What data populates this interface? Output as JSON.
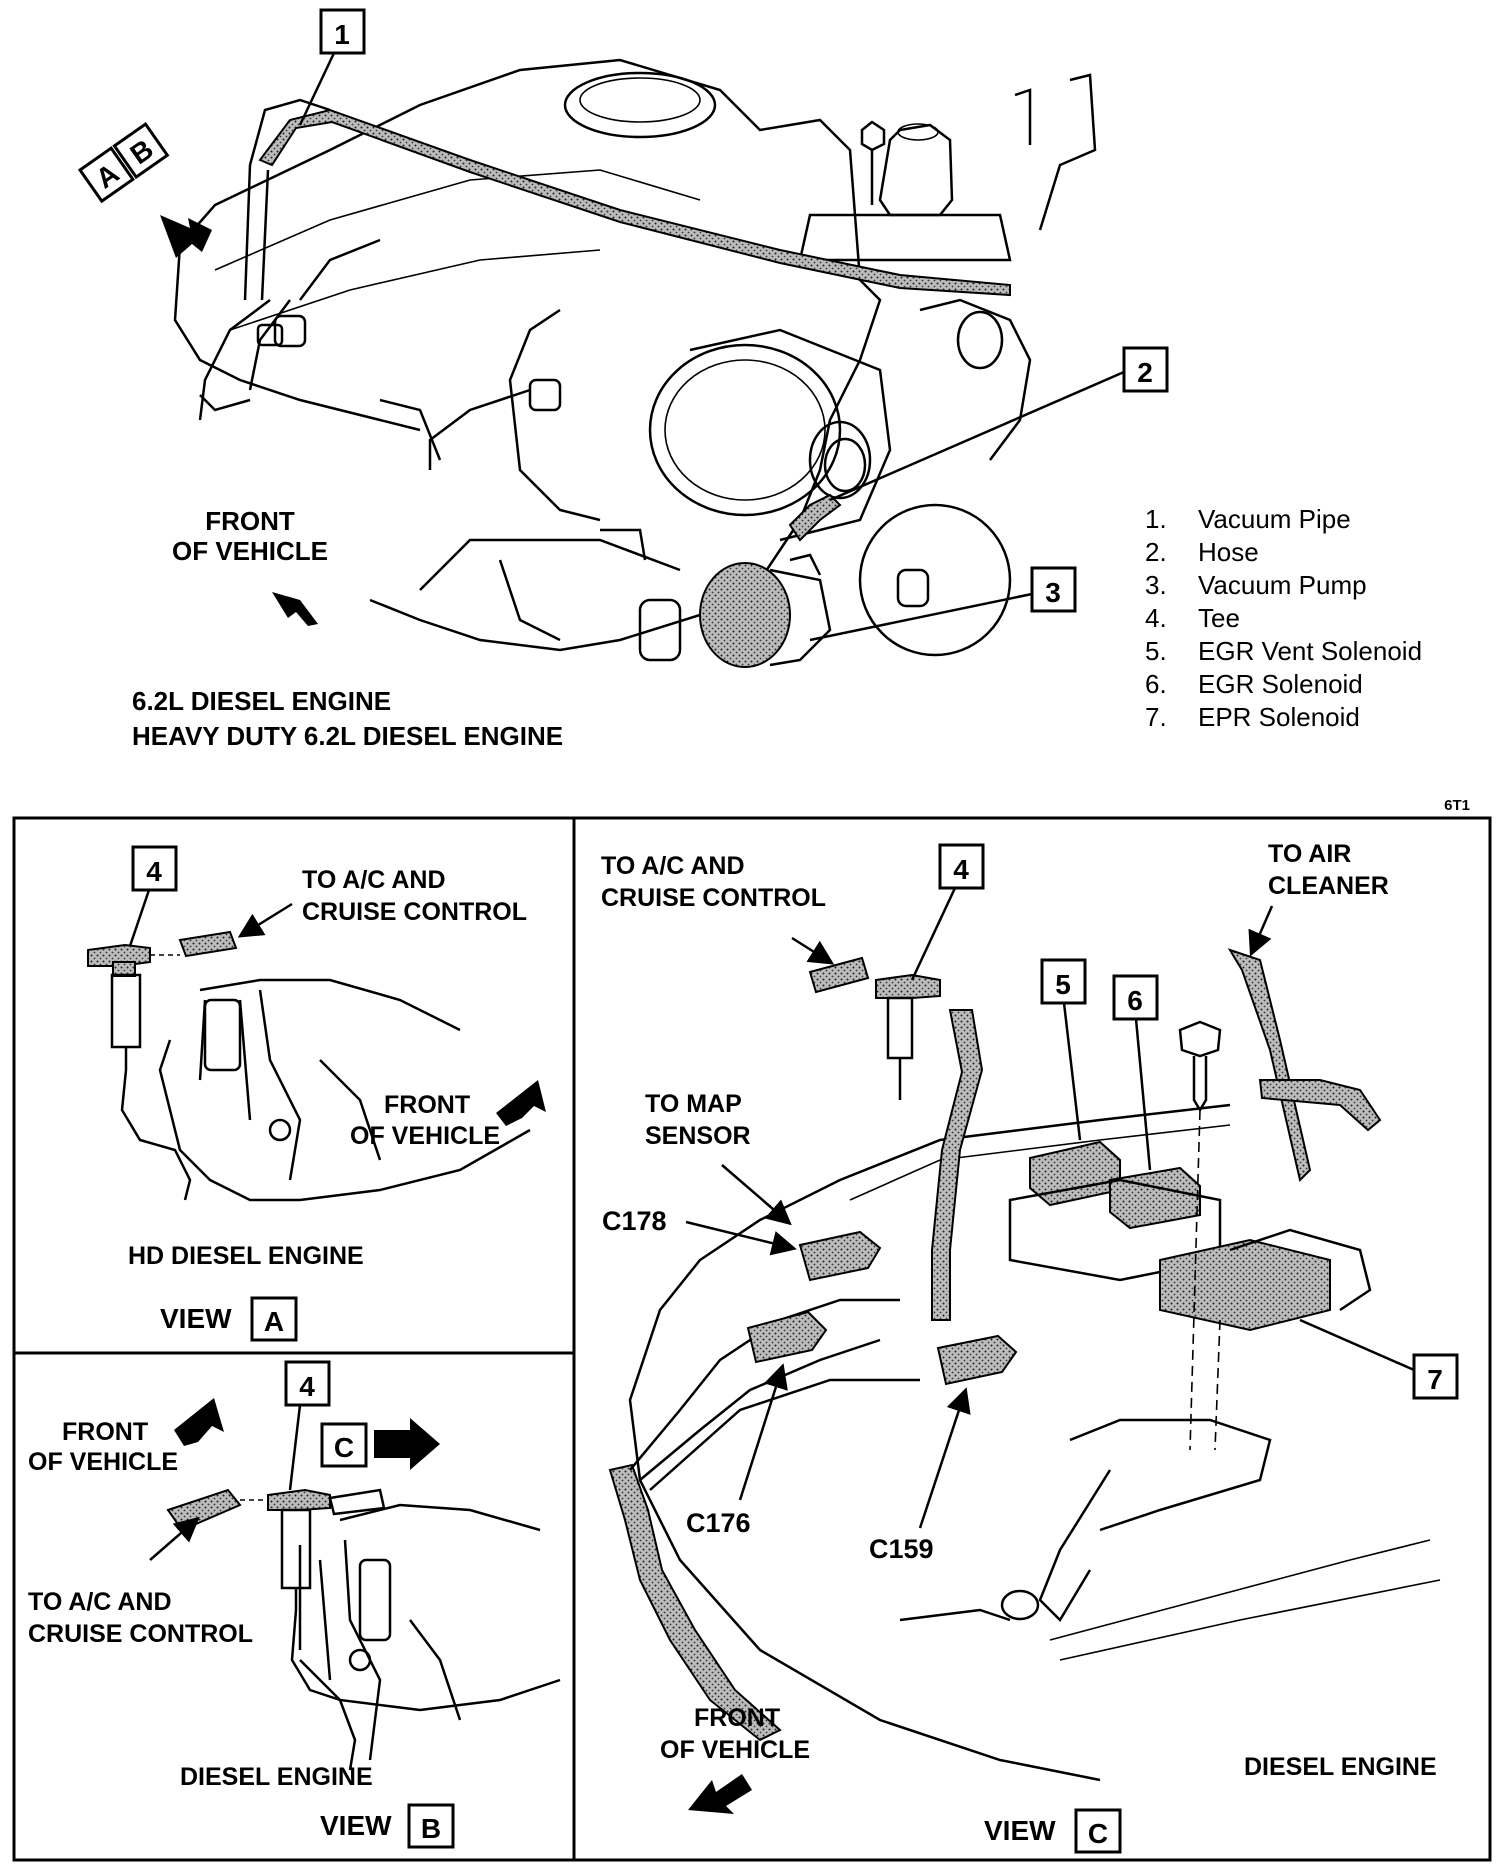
{
  "main": {
    "callouts": [
      "1",
      "2",
      "3"
    ],
    "view_keys": [
      "A",
      "B"
    ],
    "front_label": [
      "FRONT",
      "OF VEHICLE"
    ],
    "engine_titles": [
      "6.2L DIESEL ENGINE",
      "HEAVY DUTY 6.2L DIESEL ENGINE"
    ]
  },
  "legend": {
    "items": [
      {
        "num": "1.",
        "label": "Vacuum Pipe"
      },
      {
        "num": "2.",
        "label": "Hose"
      },
      {
        "num": "3.",
        "label": "Vacuum Pump"
      },
      {
        "num": "4.",
        "label": "Tee"
      },
      {
        "num": "5.",
        "label": "EGR Vent Solenoid"
      },
      {
        "num": "6.",
        "label": "EGR Solenoid"
      },
      {
        "num": "7.",
        "label": "EPR Solenoid"
      }
    ]
  },
  "figure_id": "6T1",
  "view_a": {
    "callout": "4",
    "to_ac": [
      "TO A/C AND",
      "CRUISE CONTROL"
    ],
    "front": [
      "FRONT",
      "OF VEHICLE"
    ],
    "engine": "HD DIESEL ENGINE",
    "view_word": "VIEW",
    "view_letter": "A"
  },
  "view_b": {
    "callout": "4",
    "front": [
      "FRONT",
      "OF VEHICLE"
    ],
    "view_ref": "C",
    "to_ac": [
      "TO A/C AND",
      "CRUISE CONTROL"
    ],
    "engine": "DIESEL ENGINE",
    "view_word": "VIEW",
    "view_letter": "B"
  },
  "view_c": {
    "to_ac": [
      "TO A/C AND",
      "CRUISE CONTROL"
    ],
    "callouts": [
      "4",
      "5",
      "6",
      "7"
    ],
    "to_air": [
      "TO AIR",
      "CLEANER"
    ],
    "to_map": [
      "TO MAP",
      "SENSOR"
    ],
    "connectors": [
      "C178",
      "C176",
      "C159"
    ],
    "front": [
      "FRONT",
      "OF VEHICLE"
    ],
    "engine": "DIESEL ENGINE",
    "view_word": "VIEW",
    "view_letter": "C"
  }
}
